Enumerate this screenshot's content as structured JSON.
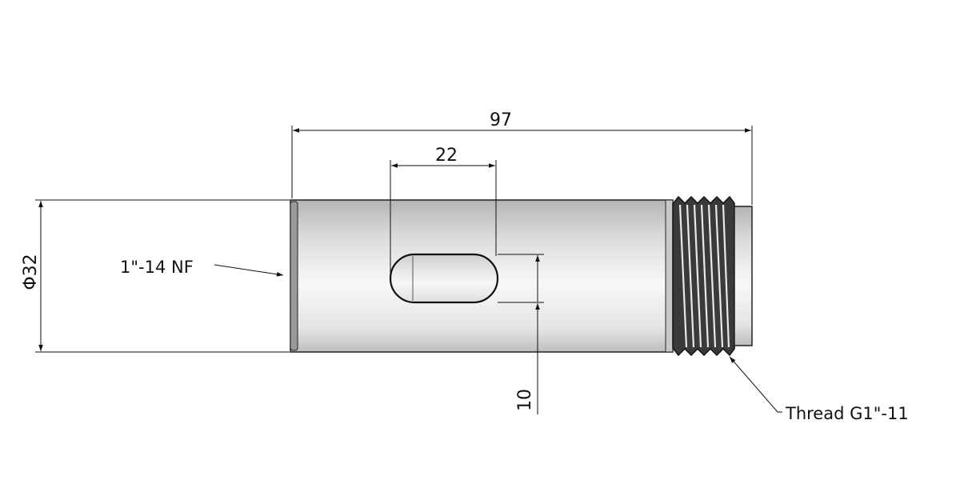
{
  "drawing": {
    "dimensions": {
      "overall_length": "97",
      "slot_length": "22",
      "slot_offset": "10",
      "diameter": "Φ32"
    },
    "callouts": {
      "left_thread": "1\"-14 NF",
      "right_thread": "Thread G1\"-11"
    },
    "colors": {
      "line": "#111111",
      "body_light": "#f4f4f4",
      "body_dark": "#9a9a9a"
    }
  }
}
